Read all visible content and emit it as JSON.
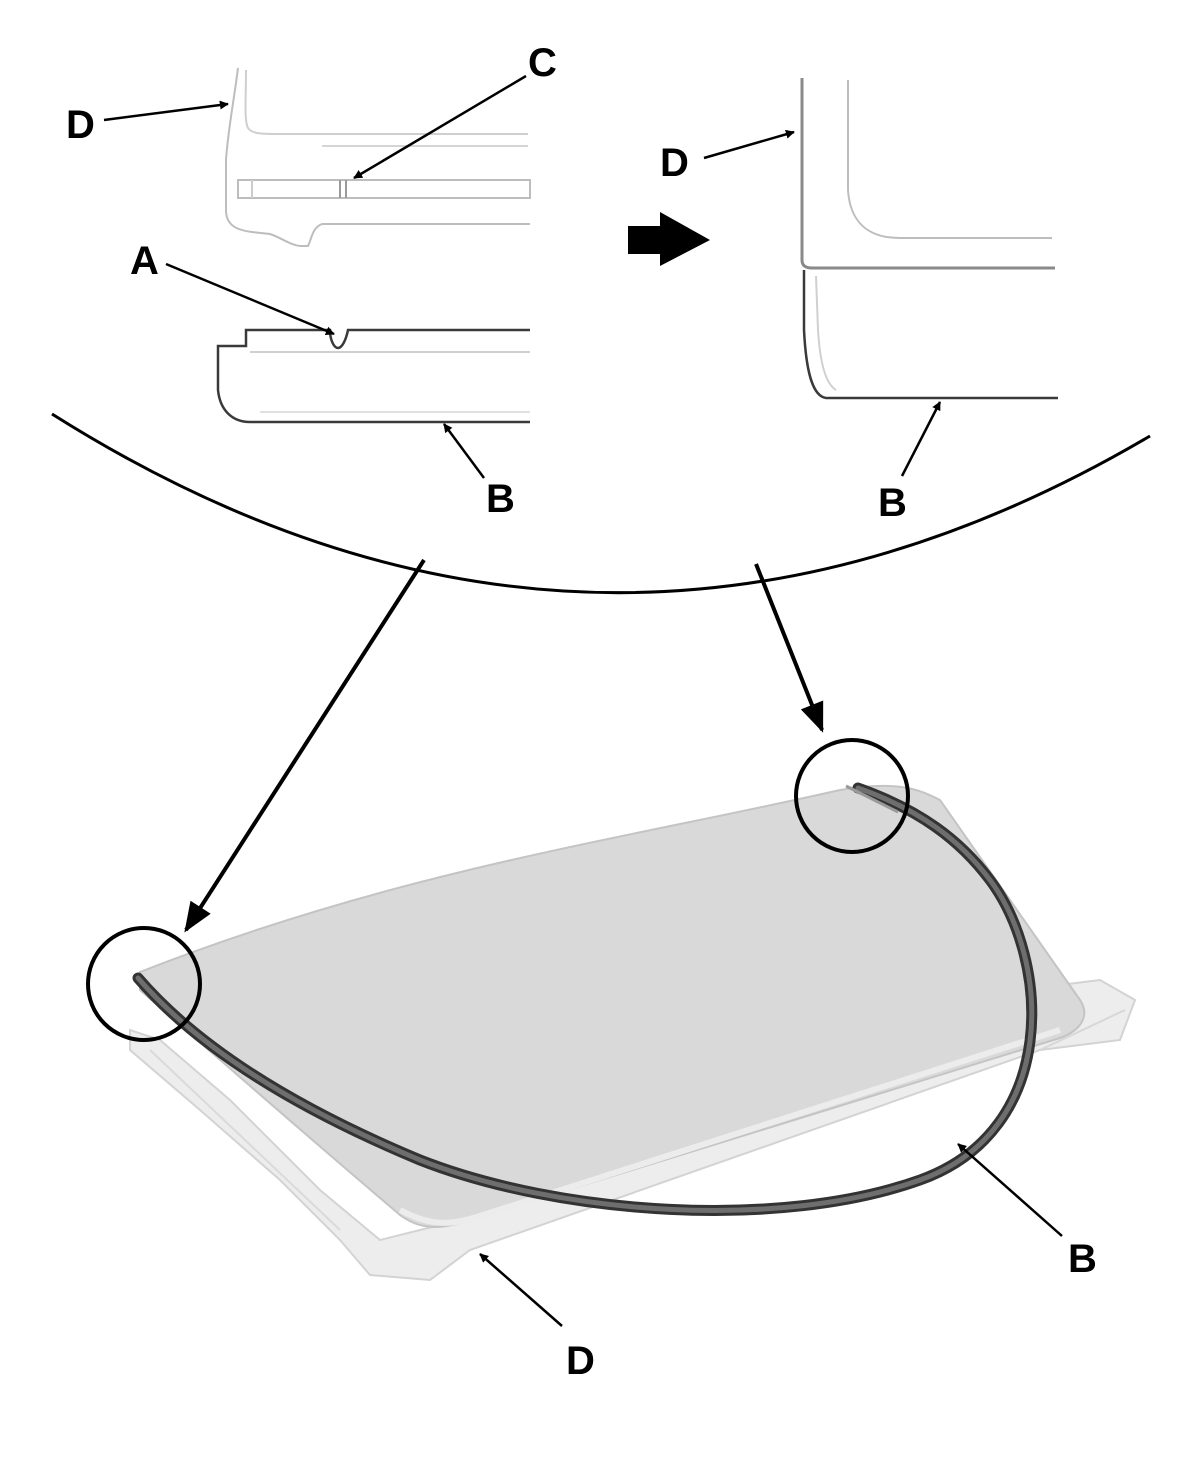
{
  "diagram": {
    "labels": {
      "a": "A",
      "b": "B",
      "c": "C",
      "d": "D"
    },
    "colors": {
      "line": "#000000",
      "panel": "#d9d9d9",
      "panel_edge": "#bdbdbd",
      "seal": "#4a4a4a",
      "light_line": "#c8c8c8",
      "frame": "#e4e4e4"
    }
  }
}
